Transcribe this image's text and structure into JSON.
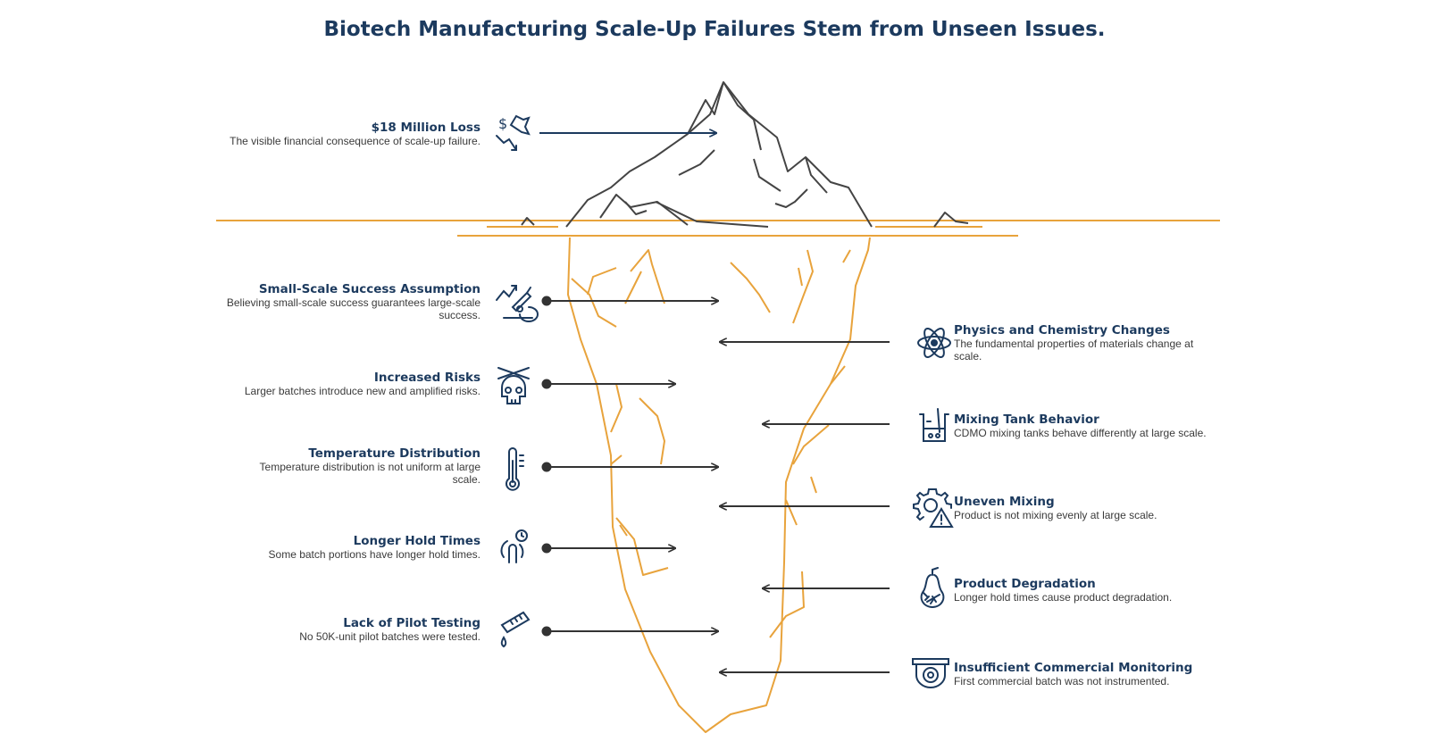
{
  "title": "Biotech Manufacturing Scale-Up Failures Stem from Unseen Issues.",
  "colors": {
    "navy": "#1c3a5e",
    "ice_under": "#e8a33c",
    "ice_above": "#444444",
    "arrow": "#333333"
  },
  "top_item": {
    "title": "$18 Million Loss",
    "desc": "The visible financial consequence of scale-up failure.",
    "icon": "money-loss-icon"
  },
  "left_items": [
    {
      "title": "Small-Scale Success Assumption",
      "desc": "Believing small-scale success guarantees large-scale success.",
      "icon": "microscope-icon"
    },
    {
      "title": "Increased Risks",
      "desc": "Larger batches introduce new and amplified risks.",
      "icon": "skull-icon"
    },
    {
      "title": "Temperature Distribution",
      "desc": "Temperature distribution is not uniform at large scale.",
      "icon": "thermometer-icon"
    },
    {
      "title": "Longer Hold Times",
      "desc": "Some batch portions have longer hold times.",
      "icon": "touch-timer-icon"
    },
    {
      "title": "Lack of Pilot Testing",
      "desc": "No 50K-unit pilot batches were tested.",
      "icon": "test-tube-icon"
    }
  ],
  "right_items": [
    {
      "title": "Physics and Chemistry Changes",
      "desc": "The fundamental properties of materials change at scale.",
      "icon": "atom-icon"
    },
    {
      "title": "Mixing Tank Behavior",
      "desc": "CDMO mixing tanks behave differently at large scale.",
      "icon": "beaker-icon"
    },
    {
      "title": "Uneven Mixing",
      "desc": "Product is not mixing evenly at large scale.",
      "icon": "gear-warning-icon"
    },
    {
      "title": "Product Degradation",
      "desc": "Longer hold times cause product degradation.",
      "icon": "rotten-pear-icon"
    },
    {
      "title": "Insufficient Commercial Monitoring",
      "desc": "First commercial batch was not instrumented.",
      "icon": "camera-icon"
    }
  ]
}
